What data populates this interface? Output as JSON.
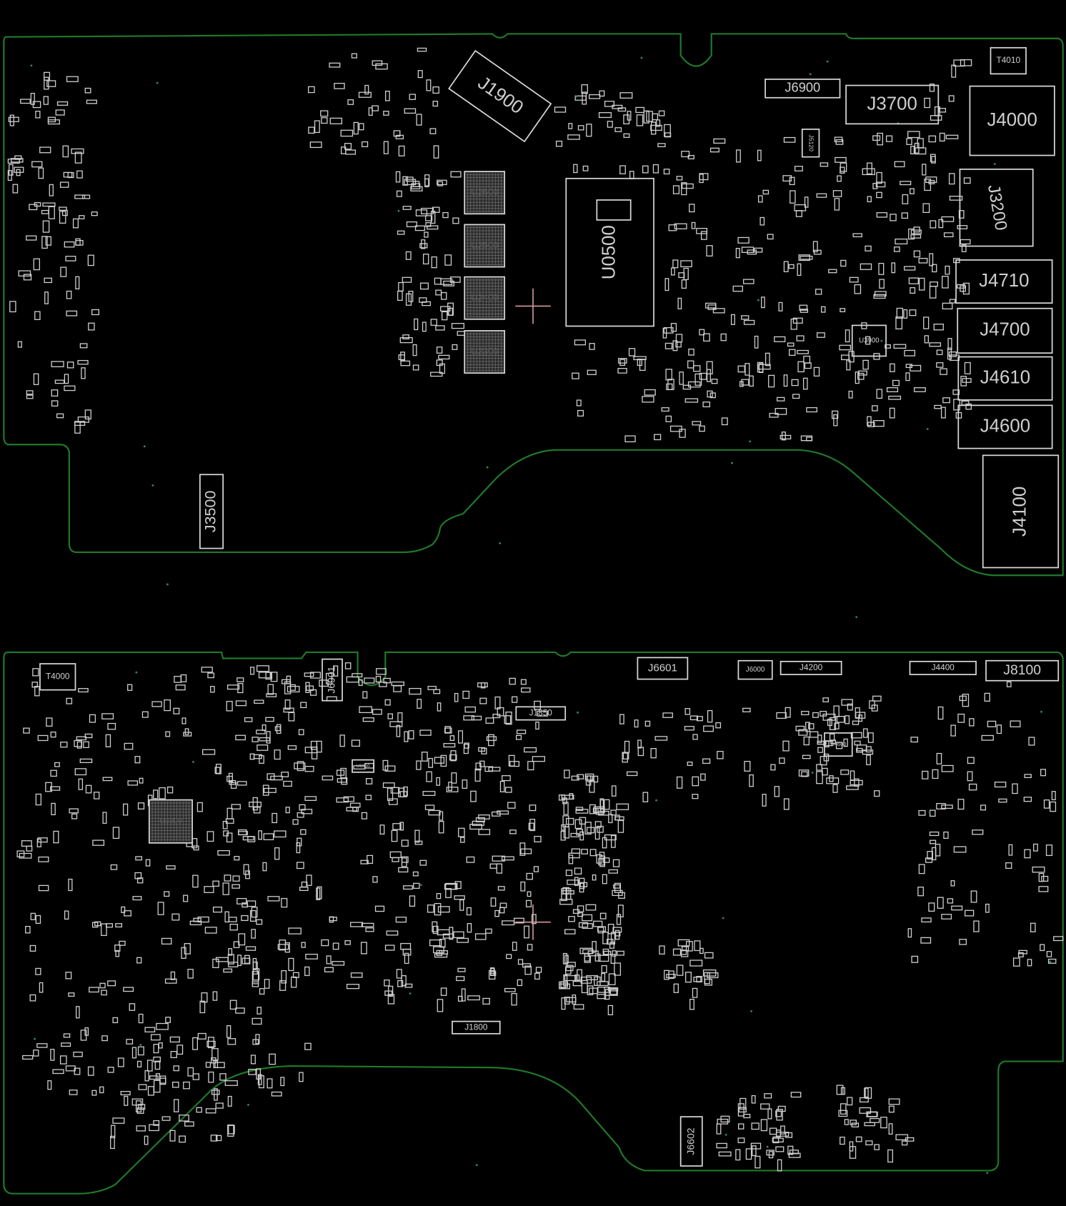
{
  "boardview": {
    "top_side": {
      "components": [
        {
          "ref": "J1900"
        },
        {
          "ref": "J6900"
        },
        {
          "ref": "J3700"
        },
        {
          "ref": "J4000"
        },
        {
          "ref": "T4010"
        },
        {
          "ref": "J3200"
        },
        {
          "ref": "J4710"
        },
        {
          "ref": "J4700"
        },
        {
          "ref": "J4610"
        },
        {
          "ref": "J4600"
        },
        {
          "ref": "J4100"
        },
        {
          "ref": "J3500"
        },
        {
          "ref": "U0500"
        },
        {
          "ref": "U2600"
        },
        {
          "ref": "U2500"
        },
        {
          "ref": "U2400"
        },
        {
          "ref": "U2300"
        },
        {
          "ref": "U3900"
        },
        {
          "ref": "J5120"
        }
      ]
    },
    "bottom_side": {
      "components": [
        {
          "ref": "T4000"
        },
        {
          "ref": "J6901"
        },
        {
          "ref": "J1850"
        },
        {
          "ref": "J6601"
        },
        {
          "ref": "J6000"
        },
        {
          "ref": "J4200"
        },
        {
          "ref": "J4400"
        },
        {
          "ref": "J8100"
        },
        {
          "ref": "U4600"
        },
        {
          "ref": "J1800"
        },
        {
          "ref": "J6602"
        },
        {
          "ref": "U6910"
        },
        {
          "ref": "U3300"
        }
      ]
    },
    "colors": {
      "outline": "#1f7a2a",
      "part": "#d8d8d8",
      "cursor": "#d59a9a",
      "background": "#000000"
    }
  }
}
